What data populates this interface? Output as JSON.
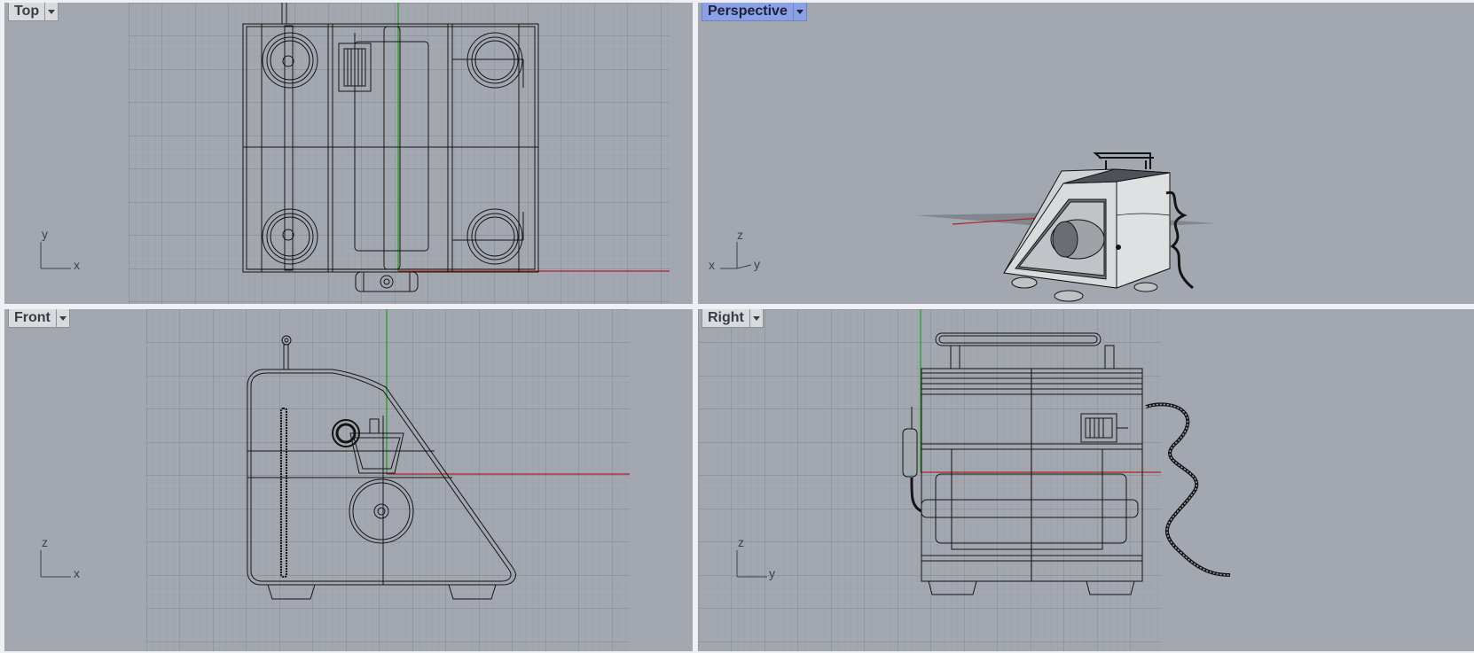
{
  "viewports": {
    "top": {
      "label": "Top",
      "axes": {
        "horizontal": "x",
        "vertical": "y"
      }
    },
    "perspective": {
      "label": "Perspective",
      "axes": {
        "horizontal": "x",
        "depth": "y",
        "vertical": "z"
      }
    },
    "front": {
      "label": "Front",
      "axes": {
        "horizontal": "x",
        "vertical": "z"
      }
    },
    "right": {
      "label": "Right",
      "axes": {
        "horizontal": "y",
        "vertical": "z"
      }
    }
  },
  "icons": {
    "viewport_menu": "chevron-down-icon"
  },
  "colors": {
    "viewport_bg": "#a3a8b0",
    "grid_minor": "#959aa3",
    "grid_major": "#7c8189",
    "x_axis": "#b0212a",
    "y_axis": "#18a31a",
    "active_tab": "#8ca0e6",
    "wire": "#141414"
  }
}
